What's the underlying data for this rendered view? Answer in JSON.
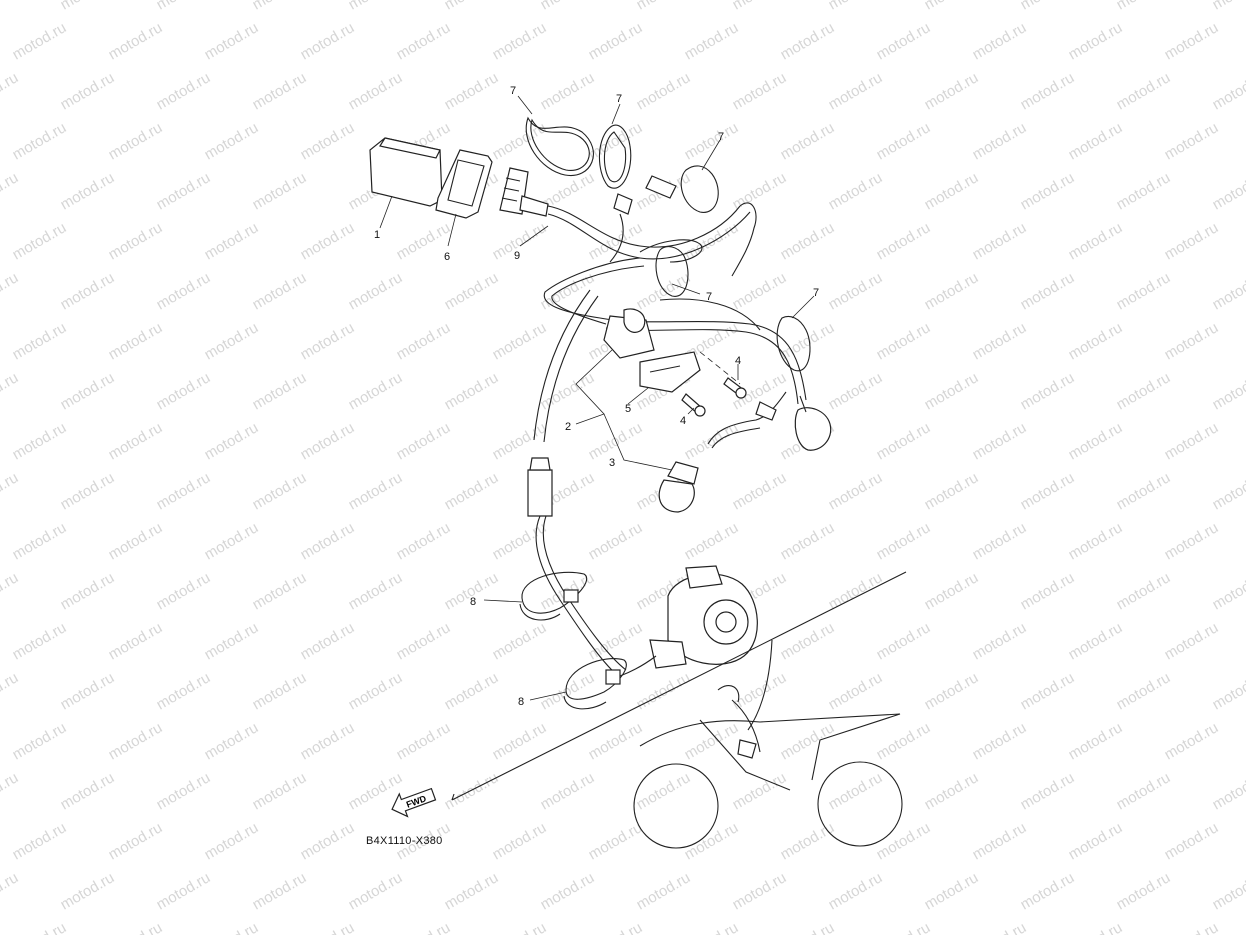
{
  "watermark": {
    "text": "motod.ru"
  },
  "diagram": {
    "code": "B4X1110-X380",
    "fwd_label": "FWD",
    "callouts": [
      {
        "id": "c1",
        "text": "1"
      },
      {
        "id": "c2",
        "text": "2"
      },
      {
        "id": "c3",
        "text": "3"
      },
      {
        "id": "c4a",
        "text": "4"
      },
      {
        "id": "c4b",
        "text": "4"
      },
      {
        "id": "c5",
        "text": "5"
      },
      {
        "id": "c6",
        "text": "6"
      },
      {
        "id": "c7a",
        "text": "7"
      },
      {
        "id": "c7b",
        "text": "7"
      },
      {
        "id": "c7c",
        "text": "7"
      },
      {
        "id": "c7d",
        "text": "7"
      },
      {
        "id": "c7e",
        "text": "7"
      },
      {
        "id": "c8a",
        "text": "8"
      },
      {
        "id": "c8b",
        "text": "8"
      },
      {
        "id": "c9",
        "text": "9"
      }
    ]
  }
}
